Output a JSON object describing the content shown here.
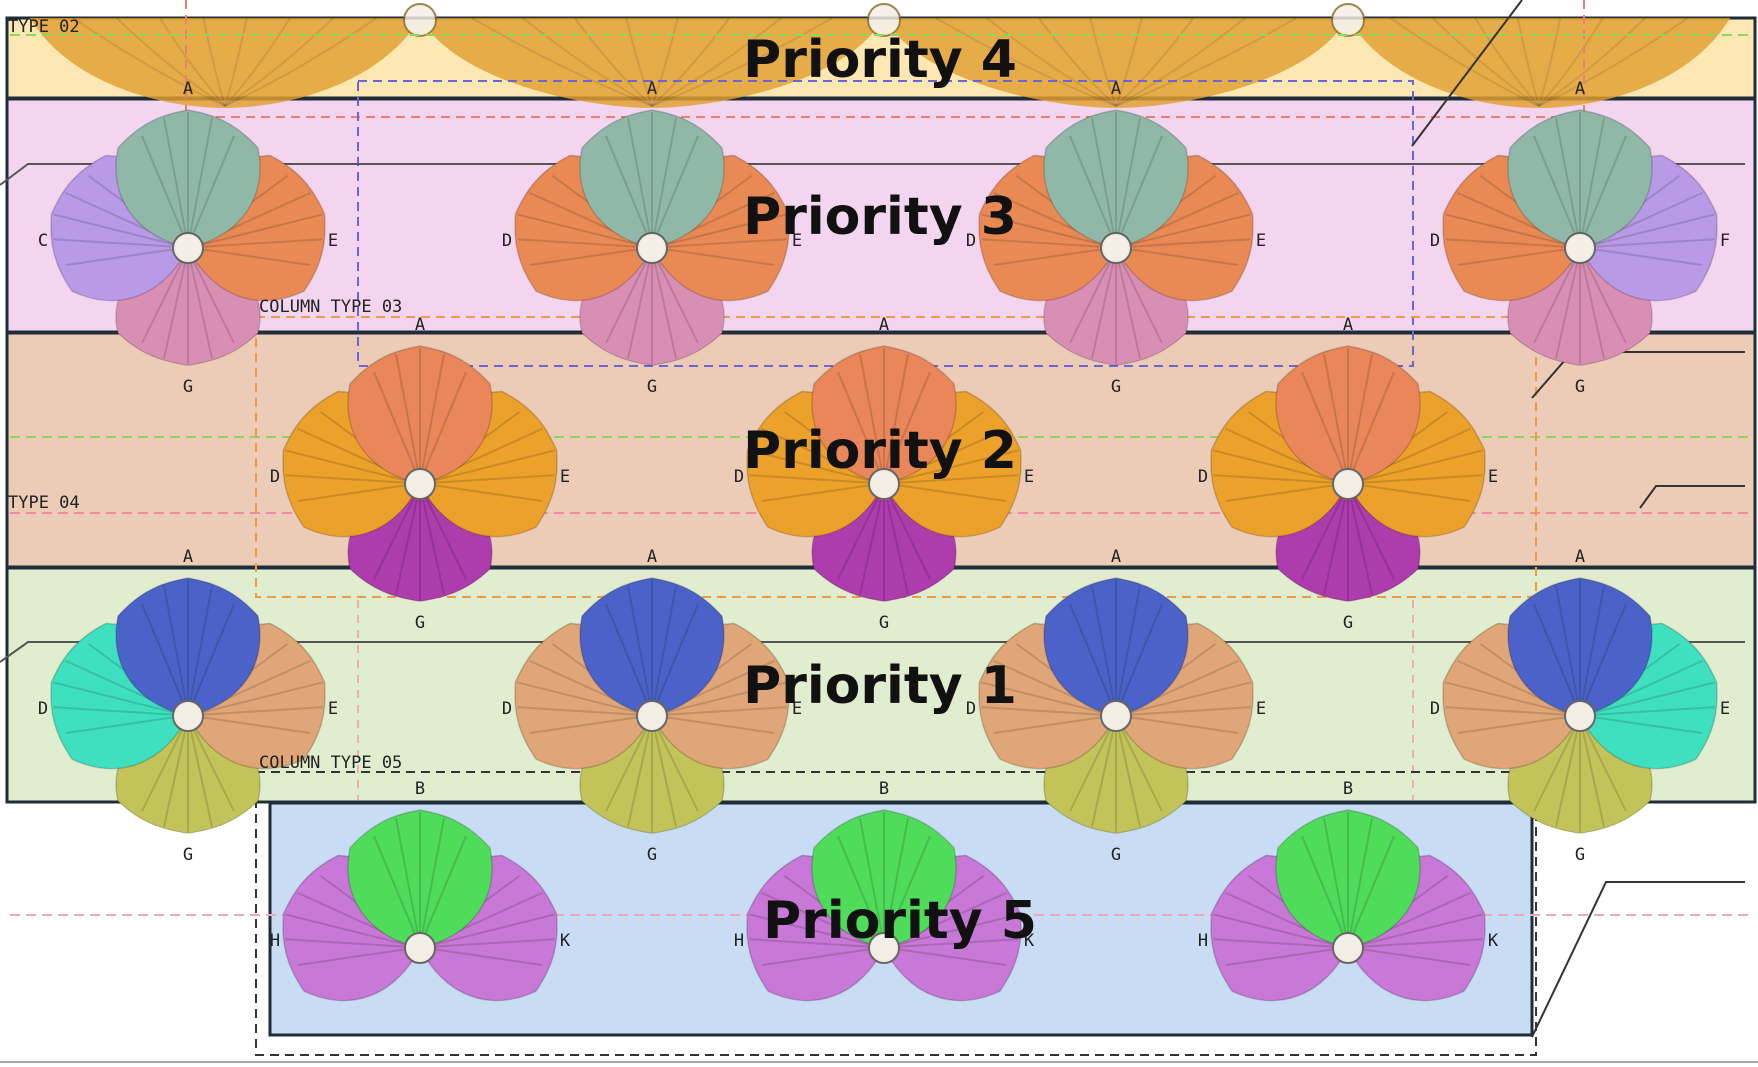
{
  "bands": [
    {
      "id": "priority-4",
      "label": "Priority 4",
      "fill": "#fde7b0"
    },
    {
      "id": "priority-3",
      "label": "Priority 3",
      "fill": "#f2d3ee"
    },
    {
      "id": "priority-2",
      "label": "Priority 2",
      "fill": "#ebc9b3"
    },
    {
      "id": "priority-1",
      "label": "Priority 1",
      "fill": "#dfeccc"
    },
    {
      "id": "priority-5",
      "label": "Priority 5",
      "fill": "#c5daf2"
    }
  ],
  "column_types": [
    "TYPE 02",
    "COLUMN TYPE 03",
    "TYPE 04",
    "COLUMN TYPE 05"
  ],
  "rows": [
    {
      "id": "row-priority-3",
      "petals": {
        "top": {
          "letter": "A",
          "color": "#8fb8a8"
        },
        "left": {
          "letter": "D",
          "color": "#e98a55"
        },
        "right": {
          "letter": "E",
          "color": "#e98a55"
        },
        "bottom": {
          "letter": "G",
          "color": "#d98fb4"
        }
      },
      "ends": {
        "first_left": {
          "letter": "C",
          "color": "#b89ae6"
        },
        "last_right": {
          "letter": "F",
          "color": "#b89ae6"
        }
      }
    },
    {
      "id": "row-priority-2",
      "petals": {
        "top": {
          "letter": "A",
          "color": "#e9875a"
        },
        "left": {
          "letter": "D",
          "color": "#eca12a"
        },
        "right": {
          "letter": "E",
          "color": "#eca12a"
        },
        "bottom": {
          "letter": "G",
          "color": "#ad3cad"
        }
      }
    },
    {
      "id": "row-priority-1",
      "petals": {
        "top": {
          "letter": "A",
          "color": "#4b63c8"
        },
        "left": {
          "letter": "D",
          "color": "#e0a678"
        },
        "right": {
          "letter": "E",
          "color": "#e0a678"
        },
        "bottom": {
          "letter": "G",
          "color": "#c2c45a"
        }
      },
      "ends": {
        "first_left": {
          "letter": "D",
          "color": "#3fe0c0"
        },
        "last_right": {
          "letter": "E",
          "color": "#3fe0c0"
        }
      }
    },
    {
      "id": "row-priority-5",
      "petals": {
        "top": {
          "letter": "B",
          "color": "#4fdc5a"
        },
        "left": {
          "letter": "H",
          "color": "#c878d6"
        },
        "right": {
          "letter": "K",
          "color": "#c878d6"
        }
      }
    }
  ],
  "canopy_color": "#e2a030"
}
